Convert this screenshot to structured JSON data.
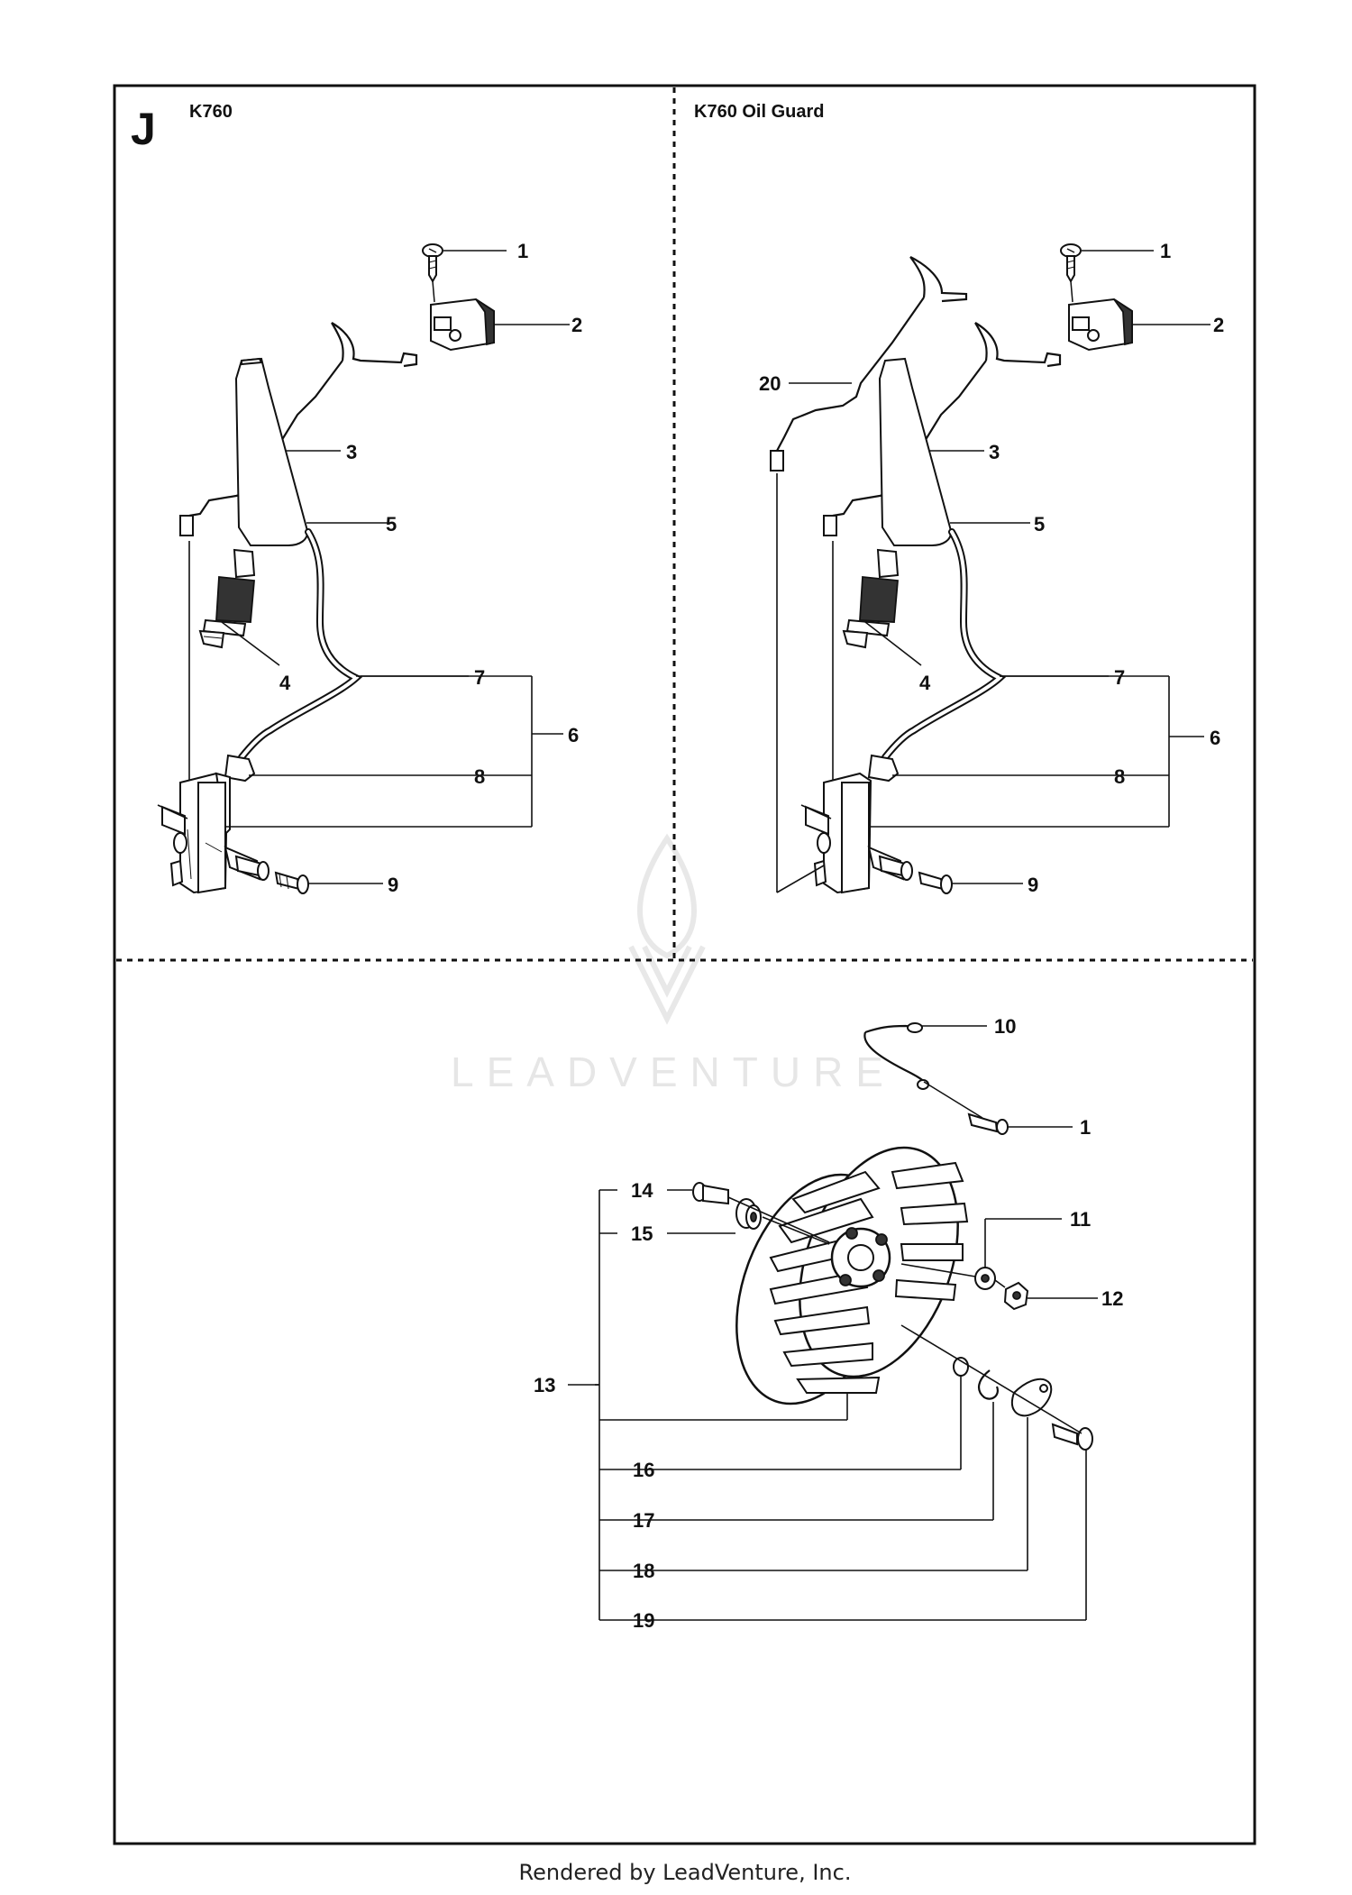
{
  "section_letter": "J",
  "panels": {
    "top_left_title": "K760",
    "top_right_title": "K760 Oil Guard"
  },
  "callouts": {
    "tl": {
      "c1": "1",
      "c2": "2",
      "c3": "3",
      "c4": "4",
      "c5": "5",
      "c6": "6",
      "c7": "7",
      "c8": "8",
      "c9": "9"
    },
    "tr": {
      "c1": "1",
      "c2": "2",
      "c3": "3",
      "c4": "4",
      "c5": "5",
      "c6": "6",
      "c7": "7",
      "c8": "8",
      "c9": "9",
      "c20": "20"
    },
    "bottom": {
      "c10": "10",
      "c1": "1",
      "c11": "11",
      "c12": "12",
      "c13": "13",
      "c14": "14",
      "c15": "15",
      "c16": "16",
      "c17": "17",
      "c18": "18",
      "c19": "19"
    }
  },
  "watermark": "LEADVENTURE",
  "footer": "Rendered by LeadVenture, Inc."
}
